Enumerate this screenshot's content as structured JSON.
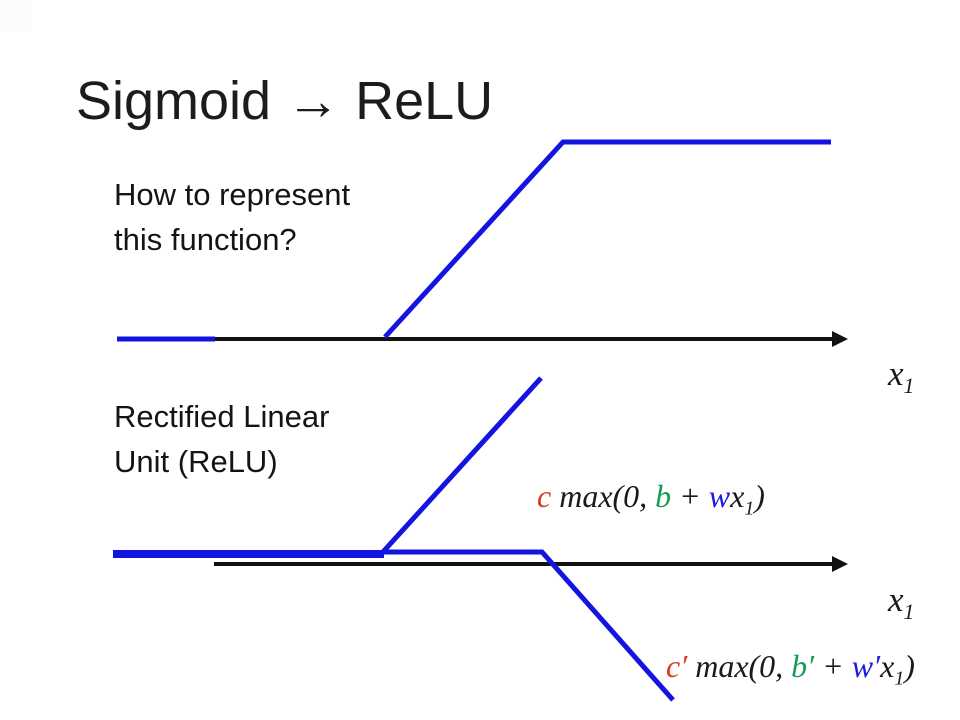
{
  "title": "Sigmoid → ReLU",
  "notes": {
    "question_line1": "How to represent",
    "question_line2": "this function?",
    "relu_line1": "Rectified Linear",
    "relu_line2": "Unit (ReLU)"
  },
  "colors": {
    "line_blue": "#1414e0",
    "axis_black": "#121212",
    "coef_red": "#da3a21",
    "coef_green": "#149c52",
    "coef_blue": "#1a1ae0",
    "math_black": "#1a1a1a"
  },
  "axes": {
    "top": {
      "label_base": "x",
      "label_sub": "1"
    },
    "bottom": {
      "label_base": "x",
      "label_sub": "1"
    }
  },
  "formulas": {
    "relu_up": {
      "c": "c",
      "fn": " max(0, ",
      "b": "b",
      "plus": " + ",
      "w": "w",
      "x_base": "x",
      "x_sub": "1",
      "close": ")"
    },
    "relu_down": {
      "c": "c′",
      "fn": " max(0, ",
      "b": "b′",
      "plus": " + ",
      "w": "w′",
      "x_base": "x",
      "x_sub": "1",
      "close": ")"
    }
  },
  "figures": {
    "top": {
      "axis_points": "214,339 834,339",
      "arrow_points": "832,331 848,339 832,347",
      "blue_stub_points": "117,339 215,339",
      "hard_sigmoid_points": "385,337 563,142 831,142"
    },
    "bottom": {
      "axis_points": "214,564 834,564",
      "arrow_points": "832,556 848,564 832,572",
      "flat_overlap_points": "113,554 384,554",
      "relu_up_points": "382,553 541,378",
      "relu_down_points": "384,552 542,552 673,700"
    }
  }
}
